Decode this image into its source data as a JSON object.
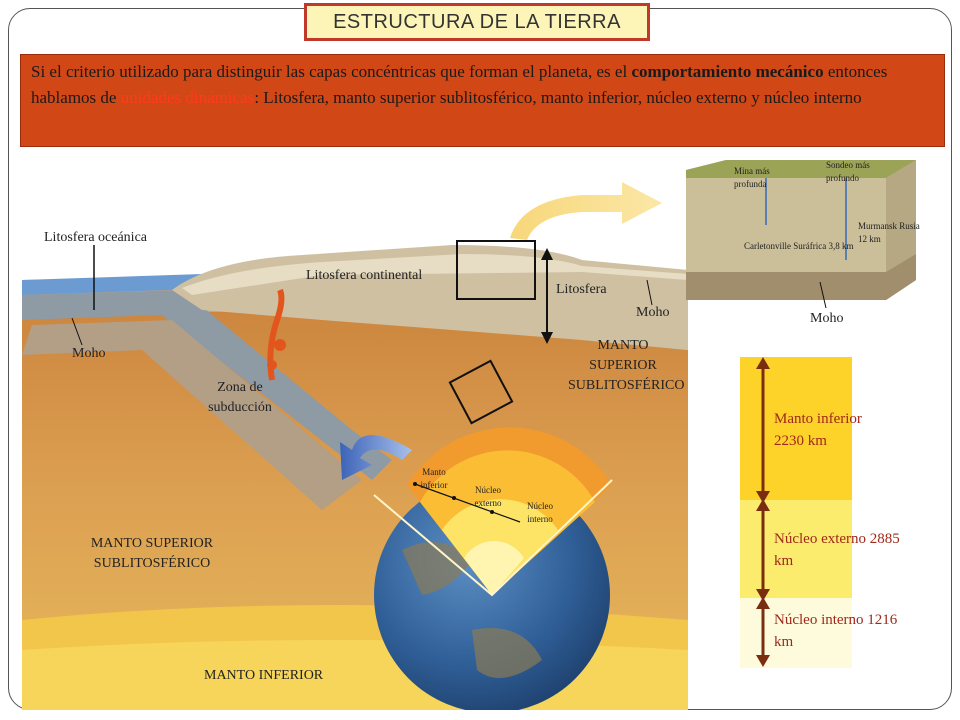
{
  "title": "ESTRUCTURA DE LA TIERRA",
  "intro": {
    "part1": "Si el criterio utilizado para distinguir las capas concéntricas que forman el planeta, es el ",
    "bold": "comportamiento mecánico",
    "part2": " entonces hablamos de ",
    "highlight": "unidades dinámicas",
    "part3": ": Litosfera, manto superior sublitosférico, manto inferior, núcleo externo y núcleo interno"
  },
  "labels": {
    "litosfera_oceanica": "Litosfera oceánica",
    "litosfera_continental": "Litosfera continental",
    "litosfera": "Litosfera",
    "moho_left": "Moho",
    "moho_center": "Moho",
    "moho_block": "Moho",
    "zona_subduccion": "Zona de subducción",
    "manto_superior_top": "MANTO SUPERIOR SUBLITOSFÉRICO",
    "manto_superior_bottom": "MANTO SUPERIOR SUBLITOSFÉRICO",
    "manto_inferior_bottom": "MANTO INFERIOR",
    "globe_manto_inferior": "Manto inferior",
    "globe_nucleo_externo": "Núcleo externo",
    "globe_nucleo_interno": "Núcleo interno"
  },
  "block": {
    "mina": "Mina más profunda",
    "sondeo": "Sondeo más profundo",
    "murmansk": "Murmansk Rusia 12 km",
    "carletonville": "Carletonville Suráfrica 3,8 km"
  },
  "scale": [
    {
      "label": "Manto inferior 2230 km",
      "thickness_km": 2230,
      "color": "#fdd32a"
    },
    {
      "label": "Núcleo externo 2885 km",
      "thickness_km": 2885,
      "color": "#fcec6e"
    },
    {
      "label": "Núcleo interno 1216 km",
      "thickness_km": 1216,
      "color": "#fefbdc"
    }
  ],
  "colors": {
    "banner": "#d24716",
    "title_border": "#c0392b",
    "label_red": "#a0281a"
  }
}
